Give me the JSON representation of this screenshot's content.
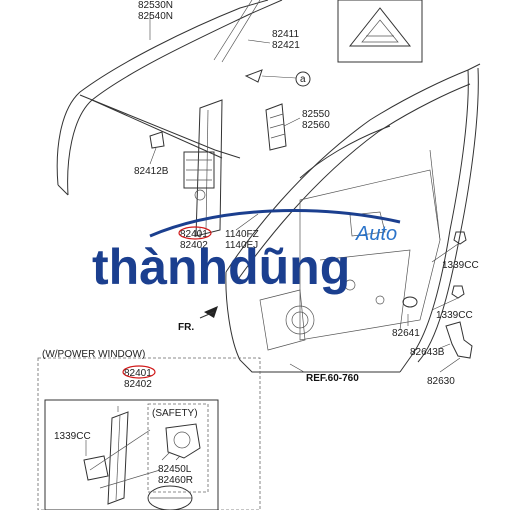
{
  "part_numbers": {
    "glass_top_1": "82530N",
    "glass_top_2": "82540N",
    "glass_1": "82411",
    "glass_2": "82421",
    "ref_circle": "a",
    "bracket_1": "82550",
    "bracket_2": "82560",
    "clip": "82412B",
    "regulator_1": "82401",
    "regulator_2": "82402",
    "bolt_1": "1140FZ",
    "bolt_2": "1140EJ",
    "bolt_right_1": "1339CC",
    "bolt_right_2": "1339CC",
    "nut": "82641",
    "handle_1": "82643B",
    "handle_2": "82630",
    "front_arrow": "FR.",
    "ref_label": "REF.60-760",
    "power_window_title": "(W/POWER WINDOW)",
    "pw_regulator_1": "82401",
    "pw_regulator_2": "82402",
    "pw_bolt": "1339CC",
    "safety_title": "(SAFETY)",
    "motor_1": "82450L",
    "motor_2": "82460R"
  },
  "watermark": {
    "main": "thànhdũng",
    "auto": "Auto",
    "color_main": "#1b3f8f",
    "color_accent": "#2a73c9"
  },
  "highlight_color": "#d01818"
}
